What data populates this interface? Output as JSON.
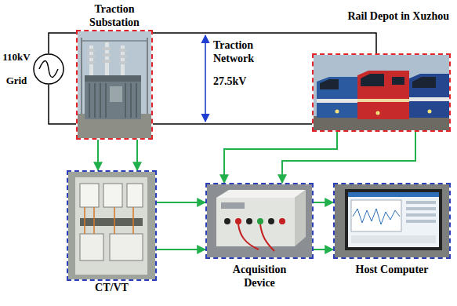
{
  "diagram": {
    "nodes": [
      {
        "text": [
          "110kV Grid"
        ]
      },
      {
        "text": [
          "Traction Substation"
        ]
      },
      {
        "text": [
          "Rail Depot in Xuzhou"
        ]
      },
      {
        "text": [
          "CT/VT"
        ]
      },
      {
        "text": [
          "Acquisition Device"
        ]
      },
      {
        "text": [
          "Host Computer"
        ]
      }
    ],
    "edges": [
      {
        "from": 0,
        "to": 1,
        "arrow": "none"
      },
      {
        "from": 0,
        "to": 1,
        "arrow": "none"
      },
      {
        "from": 1,
        "to": 2,
        "arrow": "none"
      },
      {
        "from": 1,
        "to": 2,
        "arrow": "none"
      },
      {
        "from": 1,
        "to": 3,
        "arrow": "to"
      },
      {
        "from": 1,
        "to": 3,
        "arrow": "to"
      },
      {
        "from": 3,
        "to": 4,
        "arrow": "to"
      },
      {
        "from": 3,
        "to": 4,
        "arrow": "to"
      },
      {
        "from": 2,
        "to": 4,
        "arrow": "to"
      },
      {
        "from": 2,
        "to": 4,
        "arrow": "to"
      },
      {
        "from": 4,
        "to": 5,
        "arrow": "to"
      },
      {
        "from": 4,
        "to": 5,
        "arrow": "to"
      }
    ],
    "labels": [
      "Traction Network",
      "27.5kV"
    ]
  }
}
